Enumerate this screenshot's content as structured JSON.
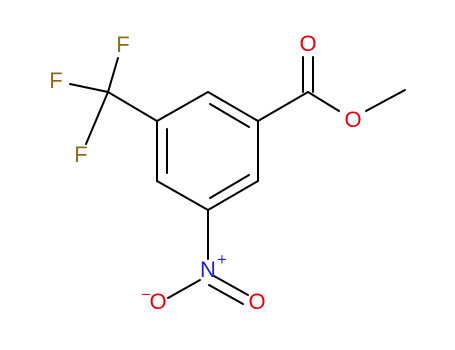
{
  "molecule": {
    "atoms": {
      "F_top": "F",
      "F_mid": "F",
      "F_bottom": "F",
      "O_carbonyl": "O",
      "O_ester": "O",
      "N_nitro": "N",
      "N_charge": "+",
      "O_nitro_left": "O",
      "O_nitro_left_charge": "−",
      "O_nitro_right": "O"
    },
    "colors": {
      "bond": "#000000",
      "fluorine": "#8c6d1f",
      "oxygen": "#e0000f",
      "nitrogen": "#2020c8"
    }
  }
}
